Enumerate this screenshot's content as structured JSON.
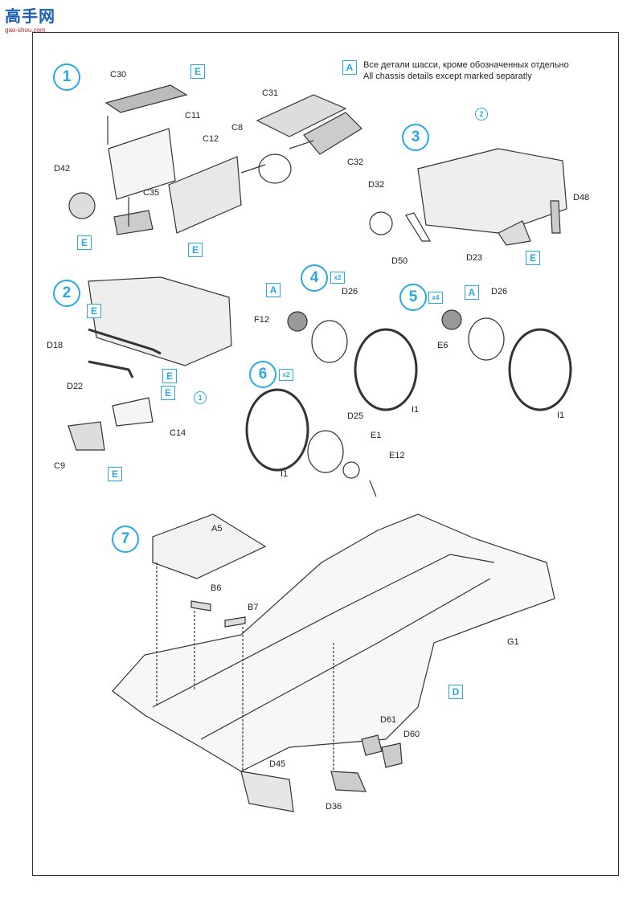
{
  "header": {
    "logo_text": "高手网",
    "logo_url": "gao-shou.com"
  },
  "note": {
    "marker": "A",
    "line_ru": "Все детали шасси, кроме обозначенных отдельно",
    "line_en": "All chassis details except marked separatly"
  },
  "steps": [
    "1",
    "2",
    "3",
    "4",
    "5",
    "6",
    "7"
  ],
  "multipliers": {
    "step4": "x2",
    "step5": "x4",
    "step6": "x2"
  },
  "markers": {
    "E": "E",
    "A": "A",
    "D": "D",
    "ref1": "1",
    "ref2": "2"
  },
  "labels": {
    "c30": "C30",
    "c11": "C11",
    "c12": "C12",
    "c31": "C31",
    "c8": "C8",
    "c32": "C32",
    "d42": "D42",
    "c35": "C35",
    "d18": "D18",
    "d22": "D22",
    "c14": "C14",
    "c9": "C9",
    "d32": "D32",
    "d48": "D48",
    "d50": "D50",
    "d23": "D23",
    "f12": "F12",
    "d26a": "D26",
    "i1a": "I1",
    "e6": "E6",
    "d26b": "D26",
    "i1b": "I1",
    "d25": "D25",
    "e1": "E1",
    "e12": "E12",
    "i1c": "I1",
    "a5": "A5",
    "b6": "B6",
    "b7": "B7",
    "g1": "G1",
    "d61": "D61",
    "d60": "D60",
    "d45": "D45",
    "d36": "D36"
  },
  "colors": {
    "accent": "#29a9e0",
    "line": "#333333"
  }
}
